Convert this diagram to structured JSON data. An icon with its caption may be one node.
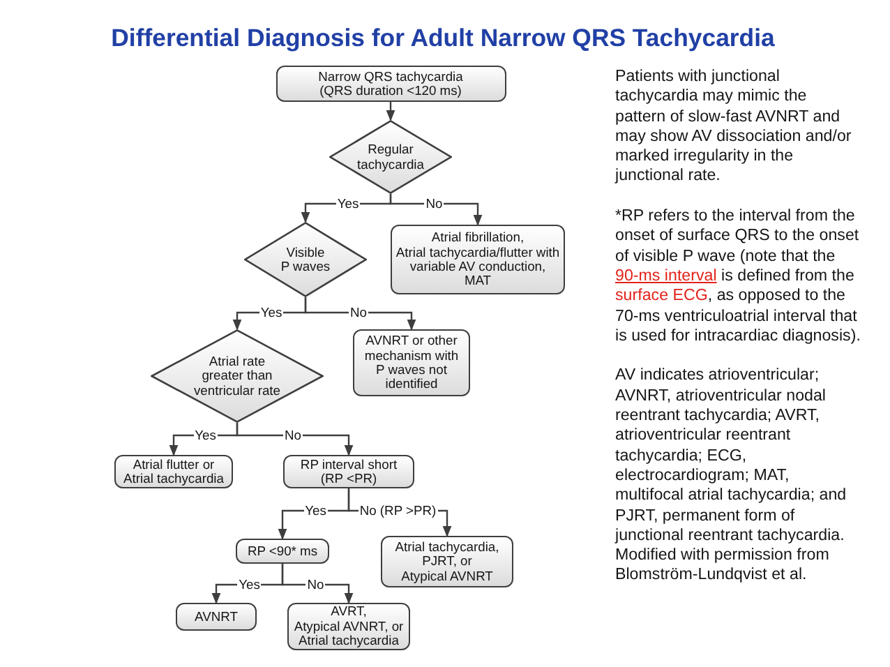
{
  "diagram": {
    "title": "Differential Diagnosis for Adult Narrow QRS Tachycardia",
    "nodes": [
      {
        "text": [
          "Narrow QRS tachycardia (QRS duration <120 ms)"
        ]
      },
      {
        "text": [
          "Regular tachycardia"
        ]
      },
      {
        "text": [
          "Visible P waves"
        ]
      },
      {
        "text": [
          "Atrial fibrillation, Atrial tachycardia/flutter with variable AV conduction, MAT"
        ]
      },
      {
        "text": [
          "Atrial rate greater than ventricular rate"
        ]
      },
      {
        "text": [
          "AVNRT or other mechanism with P waves not identified"
        ]
      },
      {
        "text": [
          "Atrial flutter or Atrial tachycardia"
        ]
      },
      {
        "text": [
          "RP interval short (RP <PR)"
        ]
      },
      {
        "text": [
          "RP <90* ms"
        ]
      },
      {
        "text": [
          "Atrial tachycardia, PJRT, or Atypical AVNRT"
        ]
      },
      {
        "text": [
          "AVNRT"
        ]
      },
      {
        "text": [
          "AVRT, Atypical AVNRT, or Atrial tachycardia"
        ]
      }
    ],
    "edges": [
      {
        "from": 0,
        "to": 1,
        "arrow": "to"
      },
      {
        "from": 1,
        "to": 2,
        "arrow": "to",
        "label": "Yes"
      },
      {
        "from": 1,
        "to": 3,
        "arrow": "to",
        "label": "No"
      },
      {
        "from": 2,
        "to": 4,
        "arrow": "to",
        "label": "Yes"
      },
      {
        "from": 2,
        "to": 5,
        "arrow": "to",
        "label": "No"
      },
      {
        "from": 4,
        "to": 6,
        "arrow": "to",
        "label": "Yes"
      },
      {
        "from": 4,
        "to": 7,
        "arrow": "to",
        "label": "No"
      },
      {
        "from": 7,
        "to": 8,
        "arrow": "to",
        "label": "Yes"
      },
      {
        "from": 7,
        "to": 9,
        "arrow": "to",
        "label": "No (RP >PR)"
      },
      {
        "from": 8,
        "to": 10,
        "arrow": "to",
        "label": "Yes"
      },
      {
        "from": 8,
        "to": 11,
        "arrow": "to",
        "label": "No"
      }
    ],
    "labels": [
      "Patients with junctional tachycardia may mimic the pattern of slow-fast AVNRT and may show AV dissociation and/or marked irregularity in the junctional rate.",
      "*RP refers to the interval from the onset of surface QRS to the onset of visible P wave (note that the",
      "90-ms interval",
      "is defined from the",
      "surface ECG",
      ", as opposed to the 70-ms ventriculoatrial interval that is used for intracardiac diagnosis).",
      "AV indicates atrioventricular; AVNRT, atrioventricular nodal reentrant tachycardia; AVRT, atrioventricular reentrant tachycardia; ECG, electrocardiogram; MAT, multifocal atrial tachycardia; and PJRT, permanent form of junctional reentrant tachycardia. Modified with permission from Blomström-Lundqvist et al."
    ]
  }
}
